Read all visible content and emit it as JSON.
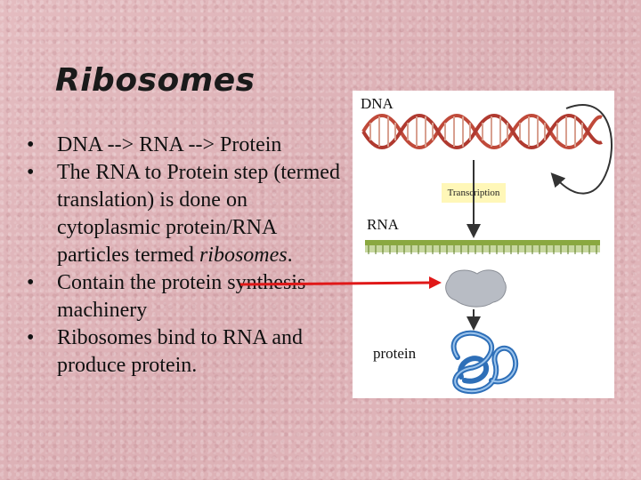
{
  "slide": {
    "title": "Ribosomes",
    "bullets": {
      "b1": "DNA --> RNA --> Protein",
      "b2_prefix": "The RNA to Protein step (termed translation) is done on cytoplasmic protein/RNA particles termed ",
      "b2_em": "ribosomes",
      "b2_suffix": ".",
      "b3": "Contain the protein synthesis machinery",
      "b4": "Ribosomes bind to RNA and produce protein."
    }
  },
  "figure": {
    "label_dna": "DNA",
    "label_transcription": "Transcription",
    "label_rna": "RNA",
    "label_protein": "protein"
  },
  "colors": {
    "dna_strand": "#c04a3a",
    "rna_strand": "#8aa840",
    "ribosome": "#b8bcc4",
    "protein": "#2e6fb8",
    "pointer_arrow": "#e01818"
  }
}
